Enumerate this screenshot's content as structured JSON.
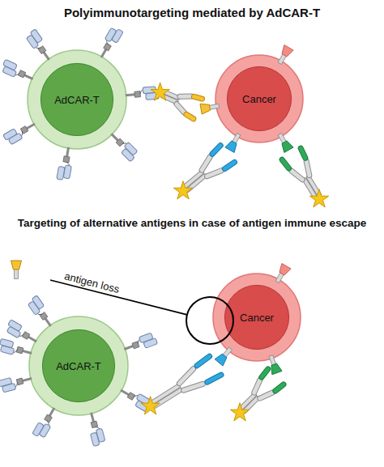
{
  "diagram": {
    "title": "Polyimmunotargeting mediated by AdCAR-T",
    "nodes": [
      {
        "text": [
          "AdCAR-T"
        ]
      },
      {
        "text": [
          "Cancer"
        ]
      },
      {
        "text": [
          "AdCAR-T"
        ]
      },
      {
        "text": [
          "Cancer"
        ]
      }
    ],
    "labels": [
      "Targeting of alternative antigens in case of antigen immune escape",
      "antigen loss"
    ]
  }
}
